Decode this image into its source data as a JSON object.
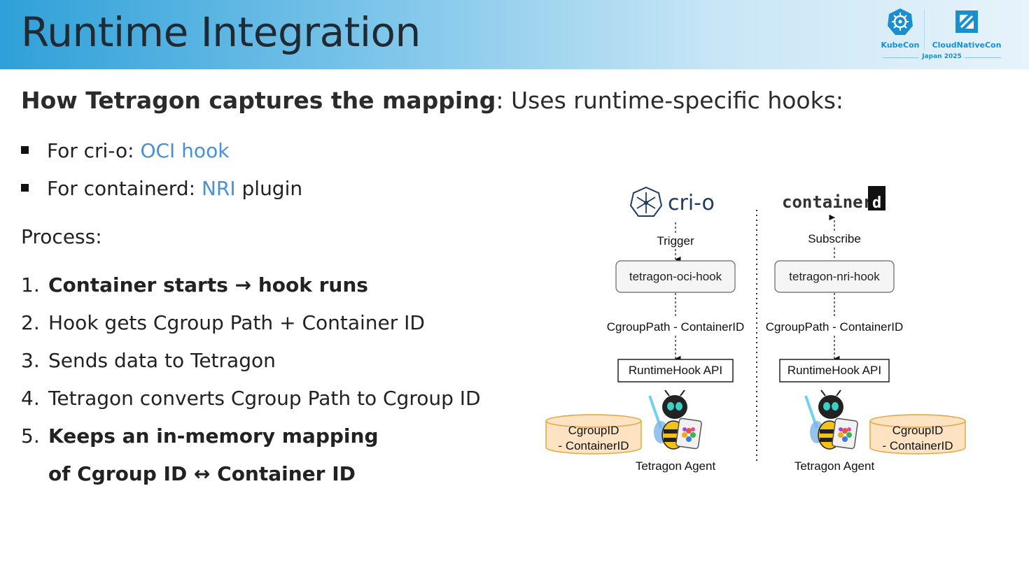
{
  "header": {
    "title": "Runtime Integration",
    "logo_kubecon": "KubeCon",
    "logo_cloudnativecon": "CloudNativeCon",
    "logo_event": "Japan 2025"
  },
  "subtitle": {
    "bold": "How Tetragon captures the mapping",
    "rest": ": Uses runtime-specific hooks:"
  },
  "bullets": [
    {
      "prefix": "For cri-o: ",
      "link": "OCI hook",
      "suffix": ""
    },
    {
      "prefix": "For containerd: ",
      "link": "NRI",
      "suffix": " plugin"
    }
  ],
  "process_label": "Process:",
  "steps": [
    {
      "num": "1.",
      "text": "Container starts → hook runs",
      "bold": true
    },
    {
      "num": "2.",
      "text": "Hook gets Cgroup Path + Container ID",
      "bold": false
    },
    {
      "num": "3.",
      "text": "Sends data to Tetragon",
      "bold": false
    },
    {
      "num": "4.",
      "text": "Tetragon converts Cgroup Path to Cgroup ID",
      "bold": false
    },
    {
      "num": "5.",
      "text": "Keeps an in-memory mapping",
      "bold": true
    },
    {
      "num": "",
      "text": "of Cgroup ID ↔ Container ID",
      "bold": true
    }
  ],
  "diagram": {
    "crio_logo": "cri-o",
    "containerd_logo": "container",
    "containerd_logo_box": "d",
    "left": {
      "edge1": "Trigger",
      "hook": "tetragon-oci-hook",
      "edge2": "CgroupPath - ContainerID",
      "api": "RuntimeHook API",
      "store_line1": "CgroupID",
      "store_line2": "- ContainerID",
      "agent": "Tetragon Agent"
    },
    "right": {
      "edge1": "Subscribe",
      "hook": "tetragon-nri-hook",
      "edge2": "CgroupPath - ContainerID",
      "api": "RuntimeHook API",
      "store_line1": "CgroupID",
      "store_line2": "- ContainerID",
      "agent": "Tetragon Agent"
    },
    "colors": {
      "store_fill": "#fde3c1",
      "store_stroke": "#e3a33b",
      "hook_fill": "#f5f5f5",
      "link": "#4a90d9",
      "header_start": "#2fa0d8"
    }
  }
}
